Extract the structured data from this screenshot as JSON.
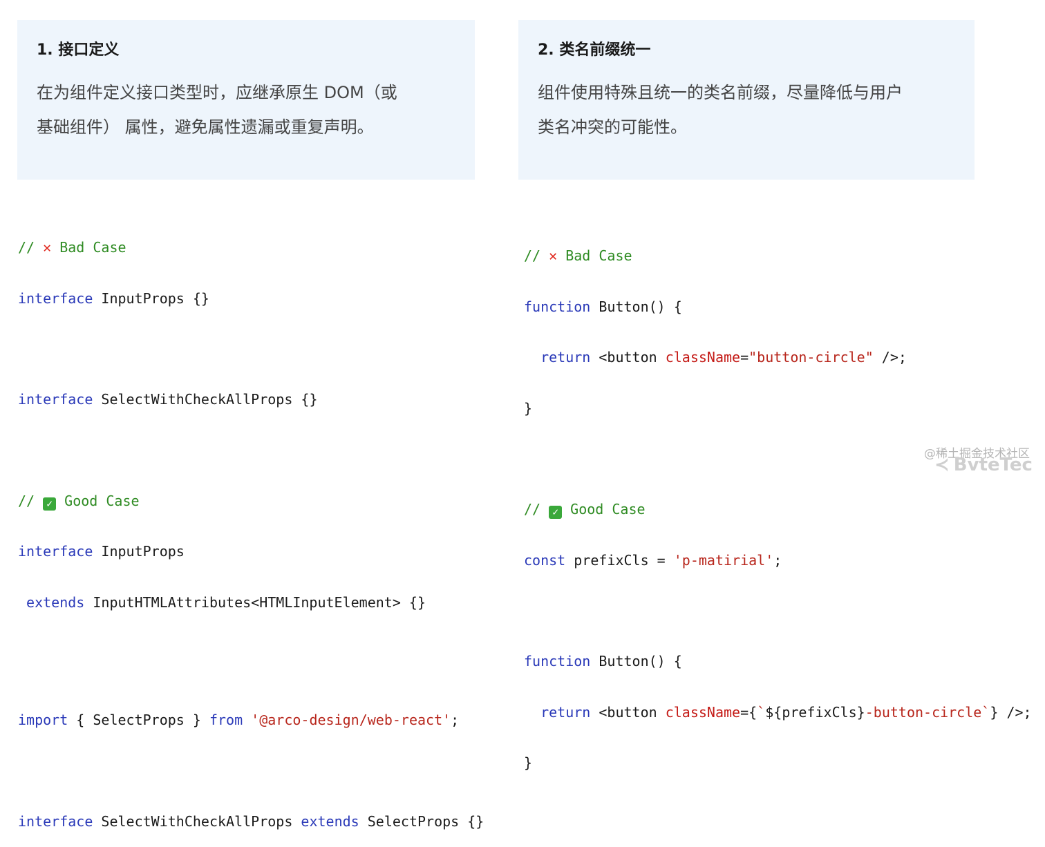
{
  "cards": [
    {
      "title": "1. 接口定义",
      "body_lines": [
        "在为组件定义接口类型时，应继承原生 DOM（或",
        "基础组件） 属性，避免属性遗漏或重复声明。"
      ]
    },
    {
      "title": "2. 类名前缀统一",
      "body_lines": [
        "组件使用特殊且统一的类名前缀，尽量降低与用户",
        "类名冲突的可能性。"
      ]
    }
  ],
  "code_left": {
    "bad_comment": "// ",
    "bad_label": " Bad Case",
    "l1_kw": "interface",
    "l1_rest": " InputProps {}",
    "l2_kw": "interface",
    "l2_rest": " SelectWithCheckAllProps {}",
    "good_comment": "// ",
    "good_label": " Good Case",
    "l3_kw": "interface",
    "l3_rest": " InputProps",
    "l4_kw": " extends",
    "l4_rest": " InputHTMLAttributes<HTMLInputElement> {}",
    "l5_kw": "import",
    "l5_mid": " { SelectProps } ",
    "l5_kw2": "from",
    "l5_sp": " ",
    "l5_str": "'@arco-design/web-react'",
    "l5_end": ";",
    "l6_kw": "interface",
    "l6_mid": " SelectWithCheckAllProps ",
    "l6_kw2": "extends",
    "l6_rest": " SelectProps {}"
  },
  "code_right": {
    "bad_comment": "// ",
    "bad_label": " Bad Case",
    "l1_kw": "function",
    "l1_rest": " Button() {",
    "l2_indent": "  ",
    "l2_kw": "return",
    "l2_tag": " <button ",
    "l2_attr": "className",
    "l2_eq": "=",
    "l2_str": "\"button-circle\"",
    "l2_end": " />;",
    "l3": "}",
    "good_comment": "// ",
    "good_label": " Good Case",
    "l4_kw": "const",
    "l4_mid": " prefixCls = ",
    "l4_str": "'p-matirial'",
    "l4_end": ";",
    "l5_kw": "function",
    "l5_rest": " Button() {",
    "l6_indent": "  ",
    "l6_kw": "return",
    "l6_tag": " <button ",
    "l6_attr": "className",
    "l6_eq": "={",
    "l6_str": "`",
    "l6_mid": "${prefixCls}",
    "l6_str2": "-button-circle`",
    "l6_end": "} />;",
    "l7": "}"
  },
  "icons": {
    "bad": "cross-mark-icon",
    "good": "check-box-icon"
  },
  "colors": {
    "card_bg": "#eef5fc",
    "keyword": "#2a39b8",
    "comment": "#2e8b22",
    "string": "#b8261c"
  },
  "watermark": "@稀土掘金技术社区",
  "brand": "BvteTec"
}
